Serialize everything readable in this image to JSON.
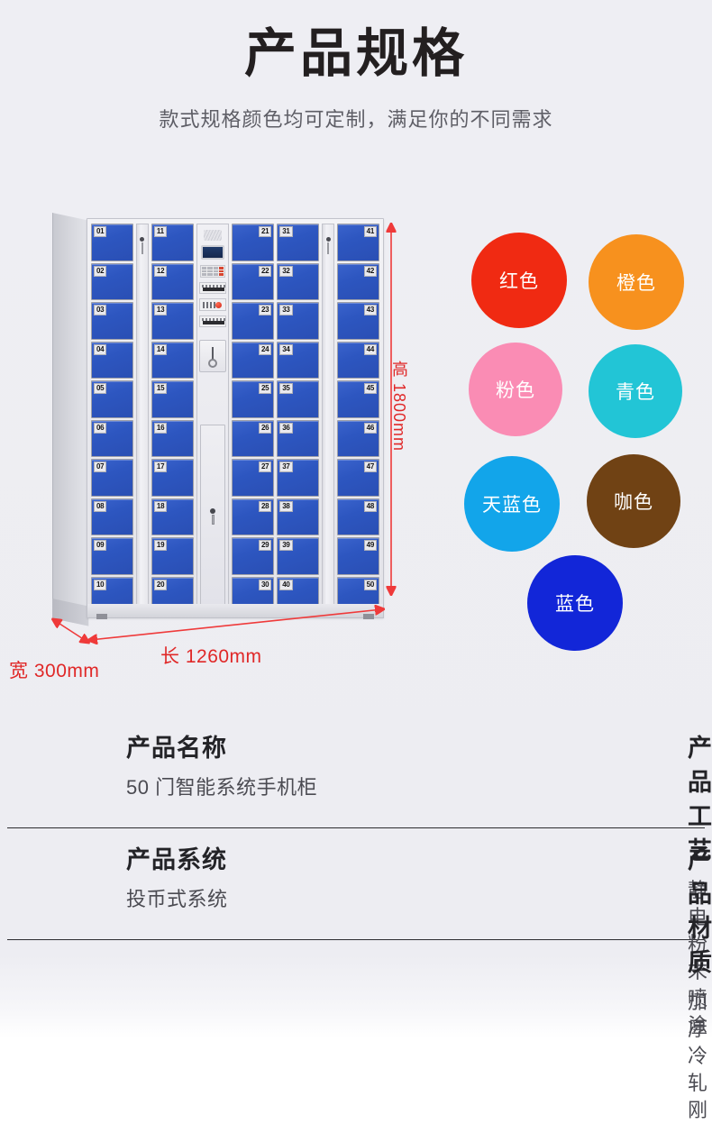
{
  "header": {
    "title": "产品规格",
    "subtitle": "款式规格颜色均可定制，满足你的不同需求"
  },
  "product_image": {
    "alt_name": "50门智能系统手机柜",
    "door_numbers": {
      "column_1": [
        "01",
        "02",
        "03",
        "04",
        "05",
        "06",
        "07",
        "08",
        "09",
        "10"
      ],
      "column_2": [
        "11",
        "12",
        "13",
        "14",
        "15",
        "16",
        "17",
        "18",
        "19",
        "20"
      ],
      "column_3": [
        "21",
        "22",
        "23",
        "24",
        "25",
        "26",
        "27",
        "28",
        "29",
        "30"
      ],
      "column_4": [
        "31",
        "32",
        "33",
        "34",
        "35",
        "36",
        "37",
        "38",
        "39",
        "40"
      ],
      "column_5": [
        "41",
        "42",
        "43",
        "44",
        "45",
        "46",
        "47",
        "48",
        "49",
        "50"
      ]
    },
    "door_color": "#2d56c0",
    "body_color": "#eaeaee",
    "control_panel": {
      "speaker": "speaker-grill",
      "screen": "lcd-screen",
      "keypad": "keypad",
      "coin_slot": "coin-slot"
    },
    "dimensions": {
      "height": "高 1800mm",
      "length": "长 1260mm",
      "depth": "宽 300mm",
      "line_color": "#ef3a3a",
      "text_color": "#e02828"
    }
  },
  "colors": [
    {
      "label": "红色",
      "hex": "#f02a12"
    },
    {
      "label": "橙色",
      "hex": "#f7911e"
    },
    {
      "label": "粉色",
      "hex": "#fa8cb4"
    },
    {
      "label": "青色",
      "hex": "#22c5d6"
    },
    {
      "label": "天蓝色",
      "hex": "#12a5ea"
    },
    {
      "label": "咖色",
      "hex": "#704214"
    },
    {
      "label": "蓝色",
      "hex": "#1226d8"
    }
  ],
  "specs": [
    {
      "key": "产品名称",
      "value": "50 门智能系统手机柜"
    },
    {
      "key": "产品工艺",
      "value": "静电粉末喷涂"
    },
    {
      "key": "产品系统",
      "value": "投币式系统"
    },
    {
      "key": "产品材质",
      "value": "加厚冷轧刚"
    }
  ]
}
